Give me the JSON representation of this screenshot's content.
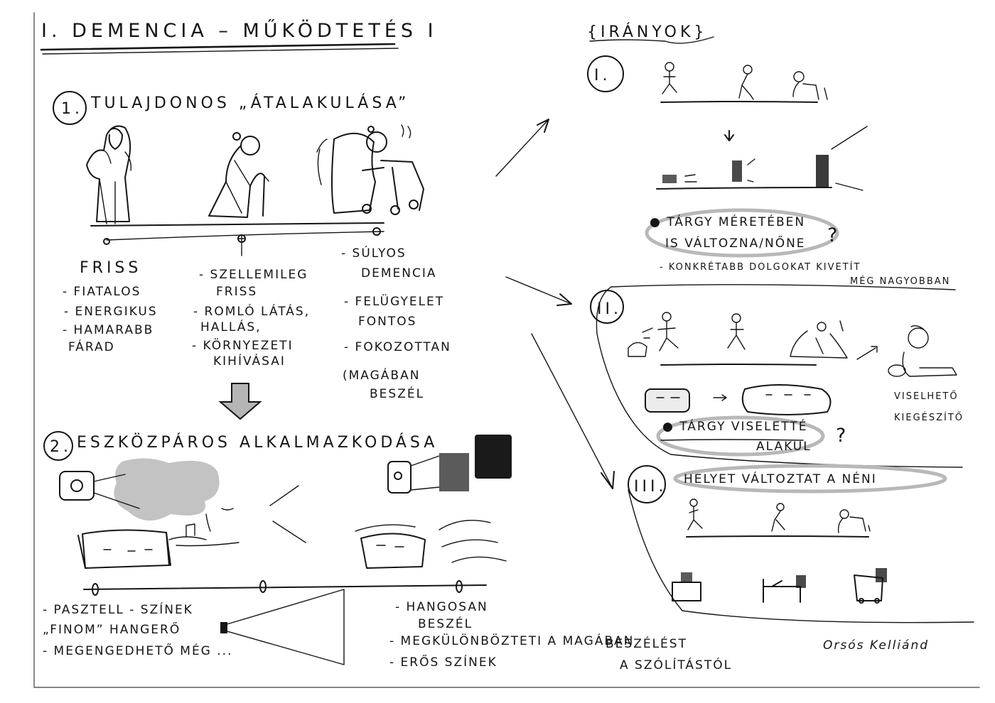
{
  "title": "I. DEMENCIA – MŰKÖDTETÉS I",
  "section1": {
    "number": "1.",
    "heading": "TULAJDONOS „ÁTALAKULÁSA”",
    "stages": [
      {
        "title": "FRISS",
        "notes": [
          "- FIATALOS",
          "- ENERGIKUS",
          "- HAMARABB",
          "FÁRAD"
        ]
      },
      {
        "title": "",
        "notes": [
          "- SZELLEMILEG",
          "FRISS",
          "- ROMLÓ LÁTÁS,",
          "HALLÁS,",
          "- KÖRNYEZETI",
          "KIHÍVÁSAI"
        ]
      },
      {
        "title": "",
        "notes": [
          "- SÚLYOS",
          "DEMENCIA",
          "- FELÜGYELET",
          "FONTOS",
          "- FOKOZOTTAN",
          "(MAGÁBAN",
          "BESZÉL"
        ]
      }
    ]
  },
  "section2": {
    "number": "2.",
    "heading": "ESZKÖZPÁROS ALKALMAZKODÁSA",
    "left_notes": [
      "- PASZTELL - SZÍNEK",
      "„FINOM” HANGERŐ",
      "- MEGENGEDHETŐ MÉG ..."
    ],
    "right_notes": [
      "- HANGOSAN",
      "BESZÉL",
      "- MEGKÜLÖNBÖZTETI A MAGÁBAN",
      "BESZÉLÉST",
      "- ERŐS SZÍNEK",
      "A SZÓLÍTÁSTÓL"
    ]
  },
  "directions": {
    "heading": "{IRÁNYOK}",
    "items": [
      {
        "numeral": "I.",
        "notes": [
          "● TÁRGY MÉRETÉBEN",
          "IS VÁLTOZNA/NŐNE",
          "- KONKRÉTABB DOLGOKAT KIVETÍT",
          "MÉG NAGYOBBAN"
        ],
        "question": "?"
      },
      {
        "numeral": "II.",
        "notes": [
          "● TÁRGY VISELETTÉ",
          "ALAKUL"
        ],
        "side": [
          "VISELHETŐ",
          "KIEGÉSZÍTŐ"
        ],
        "question": "?"
      },
      {
        "numeral": "III.",
        "notes": [
          "HELYET VÁLTOZTAT A NÉNI"
        ]
      }
    ]
  },
  "signature": "Orsós Kelliánd",
  "colors": {
    "ink": "#151515",
    "pastel_gray": "#b9b9b9",
    "strong_gray": "#5b5b5b",
    "dark": "#1a1a1a",
    "oval": "#b8b8b8"
  }
}
